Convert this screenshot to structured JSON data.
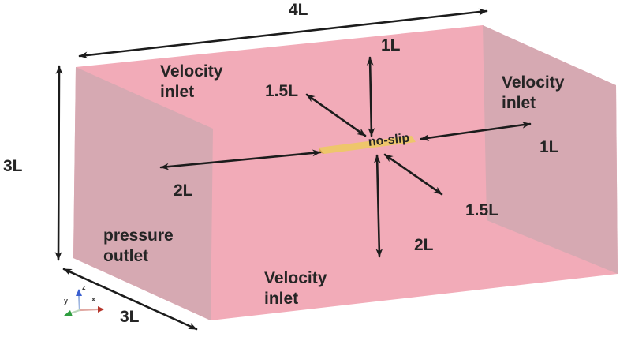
{
  "figure": {
    "type": "cfd-domain-diagram",
    "boundaries": {
      "inlet_top": "Velocity\ninlet",
      "inlet_right": "Velocity\ninlet",
      "inlet_bottom": "Velocity\ninlet",
      "outlet_left": "pressure\noutlet",
      "plate_wall": "no-slip"
    },
    "dimensions": {
      "domain_length_top": "4L",
      "domain_height_left": "3L",
      "domain_depth_bottom": "3L",
      "above_plate": "1L",
      "diagonal_upper": "1.5L",
      "left_of_plate": "2L",
      "right_of_plate": "1L",
      "diagonal_lower": "1.5L",
      "below_plate": "2L"
    },
    "axes": {
      "x": "x",
      "y": "y",
      "z": "z"
    },
    "colors": {
      "face_light": "#f2abb8",
      "face_dark": "#d6a9b2",
      "plate_top": "#eec66b",
      "plate_side": "#d9a94f",
      "arrow": "#1c1c1c",
      "label_text": "#252525",
      "axis_x_color": "#b5342a",
      "axis_y_color": "#2f9e3f",
      "axis_z_color": "#3a5fd0"
    }
  }
}
